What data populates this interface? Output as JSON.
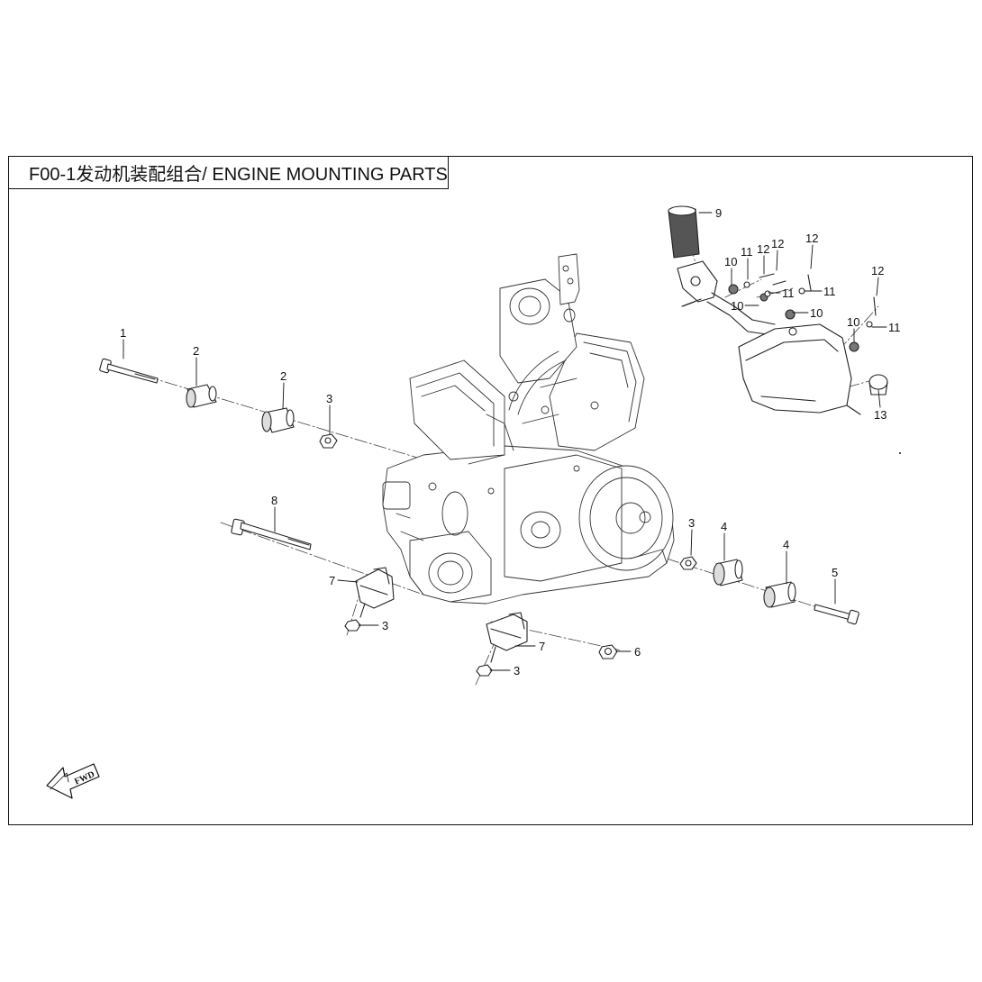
{
  "title": "F00-1发动机装配组合/ ENGINE MOUNTING PARTS",
  "fwd_label": "FWD",
  "callouts": [
    {
      "id": "c1a",
      "label": "1"
    },
    {
      "id": "c2a",
      "label": "2"
    },
    {
      "id": "c2b",
      "label": "2"
    },
    {
      "id": "c3a",
      "label": "3"
    },
    {
      "id": "c3b",
      "label": "3"
    },
    {
      "id": "c3c",
      "label": "3"
    },
    {
      "id": "c3d",
      "label": "3"
    },
    {
      "id": "c4a",
      "label": "4"
    },
    {
      "id": "c4b",
      "label": "4"
    },
    {
      "id": "c5a",
      "label": "5"
    },
    {
      "id": "c6a",
      "label": "6"
    },
    {
      "id": "c7a",
      "label": "7"
    },
    {
      "id": "c7b",
      "label": "7"
    },
    {
      "id": "c8a",
      "label": "8"
    },
    {
      "id": "c9a",
      "label": "9"
    },
    {
      "id": "c10a",
      "label": "10"
    },
    {
      "id": "c10b",
      "label": "10"
    },
    {
      "id": "c10c",
      "label": "10"
    },
    {
      "id": "c10d",
      "label": "10"
    },
    {
      "id": "c11a",
      "label": "11"
    },
    {
      "id": "c11b",
      "label": "11"
    },
    {
      "id": "c11c",
      "label": "11"
    },
    {
      "id": "c11d",
      "label": "11"
    },
    {
      "id": "c12a",
      "label": "12"
    },
    {
      "id": "c12b",
      "label": "12"
    },
    {
      "id": "c12c",
      "label": "12"
    },
    {
      "id": "c12d",
      "label": "12"
    },
    {
      "id": "c13a",
      "label": "13"
    }
  ]
}
